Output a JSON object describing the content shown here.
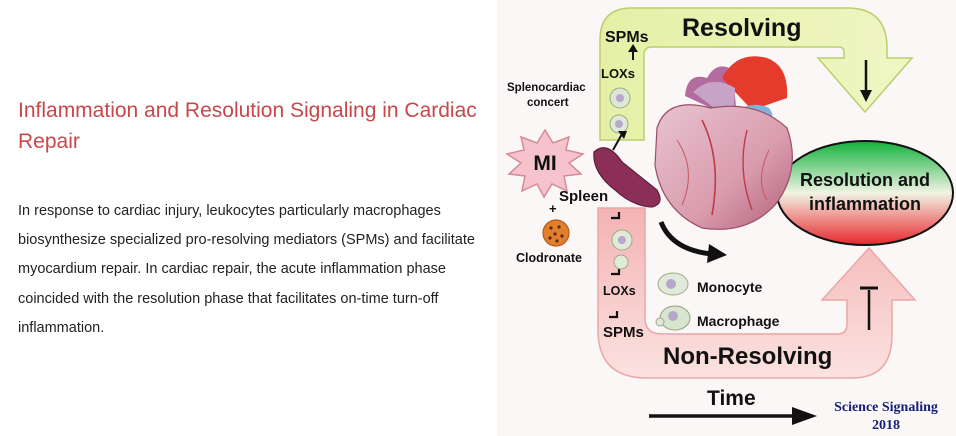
{
  "article": {
    "title": "Inflammation and Resolution Signaling in Cardiac Repair",
    "description": "In response to cardiac injury, leukocytes particularly macrophages biosynthesize specialized pro-resolving mediators (SPMs) and facilitate myocardium repair. In cardiac repair, the acute inflammation phase coincided with the resolution phase that facilitates on-time turn-off inflammation."
  },
  "figure": {
    "resolving": "Resolving",
    "non_resolving": "Non-Resolving",
    "spms_top": "SPMs",
    "loxs_top": "LOXs",
    "splenocardiac_line1": "Splenocardiac",
    "splenocardiac_line2": "concert",
    "mi": "MI",
    "spleen": "Spleen",
    "plus": "+",
    "clodronate": "Clodronate",
    "loxs_bottom": "LOXs",
    "spms_bottom": "SPMs",
    "monocyte": "Monocyte",
    "macrophage": "Macrophage",
    "outcome_line1": "Resolution and",
    "outcome_line2": "inflammation",
    "time": "Time",
    "source_line1": "Science Signaling",
    "source_line2": "2018"
  },
  "colors": {
    "title": "#c8474b",
    "resolving_arrow": "#e9f3b2",
    "non_resolving_arrow": "#f6c9c6",
    "outcome_top": "#11b33a",
    "outcome_bottom": "#e8262d",
    "source_text": "#15207a"
  }
}
